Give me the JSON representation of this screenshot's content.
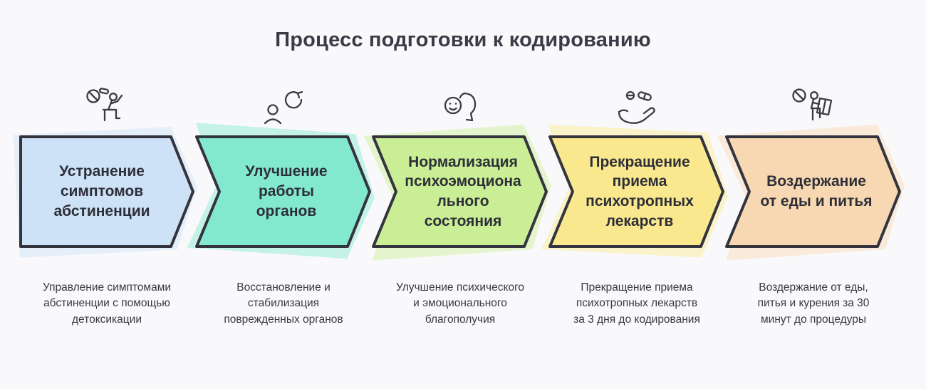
{
  "title": "Процесс подготовки к кодированию",
  "outline_color": "#34343e",
  "steps": [
    {
      "title": "Устранение симптомов абстиненции",
      "description": "Управление симптомами абстиненции с помощью детоксикации",
      "color": "#cde2f6",
      "icon": "no-pills-seated-person-icon"
    },
    {
      "title": "Улучшение работы органов",
      "description": "Восстановление и стабилизация поврежденных органов",
      "color": "#82e9cf",
      "icon": "person-recovery-refresh-icon"
    },
    {
      "title": "Нормализация психоэмоционального состояния",
      "description": "Улучшение психического и эмоционального благополучия",
      "color": "#c9ee95",
      "icon": "head-smiley-icon"
    },
    {
      "title": "Прекращение приема психотропных лекарств",
      "description": "Прекращение приема психотропных лекарств за 3 дня до кодирования",
      "color": "#f9e88d",
      "icon": "hand-with-pills-icon"
    },
    {
      "title": "Воздержание от еды и питья",
      "description": "Воздержание от еды, питья и курения за 30 минут до процедуры",
      "color": "#f8d8b2",
      "icon": "no-pills-reading-person-icon"
    }
  ]
}
